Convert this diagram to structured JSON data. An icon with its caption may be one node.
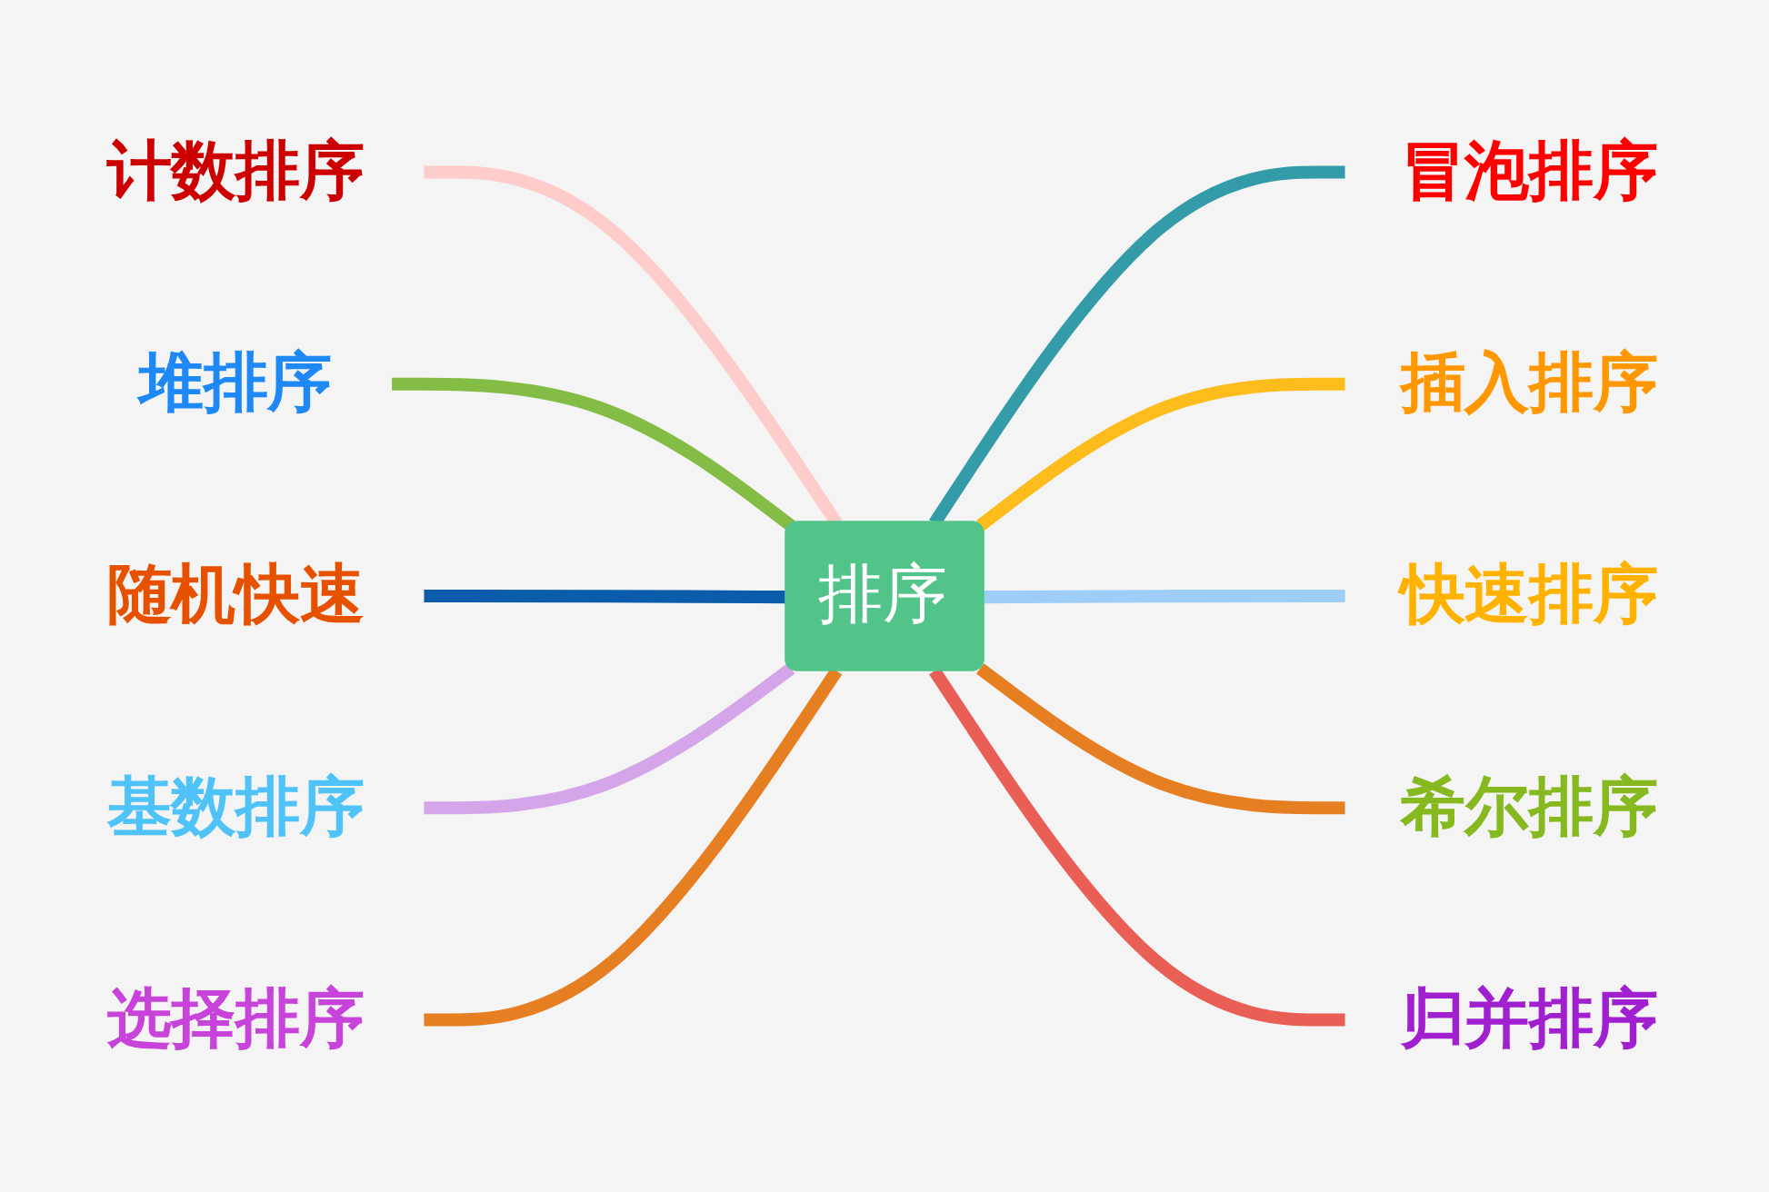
{
  "diagram": {
    "nodes": [
      {
        "text": [
          "排序"
        ]
      },
      {
        "text": [
          "计数排序"
        ]
      },
      {
        "text": [
          "堆排序"
        ]
      },
      {
        "text": [
          "随机快速"
        ]
      },
      {
        "text": [
          "基数排序"
        ]
      },
      {
        "text": [
          "选择排序"
        ]
      },
      {
        "text": [
          "冒泡排序"
        ]
      },
      {
        "text": [
          "插入排序"
        ]
      },
      {
        "text": [
          "快速排序"
        ]
      },
      {
        "text": [
          "希尔排序"
        ]
      },
      {
        "text": [
          "归并排序"
        ]
      }
    ],
    "edges": [
      {
        "from": 1,
        "to": 0,
        "arrow": "none",
        "color": "#ffcccc"
      },
      {
        "from": 2,
        "to": 0,
        "arrow": "none",
        "color": "#84bd45"
      },
      {
        "from": 3,
        "to": 0,
        "arrow": "none",
        "color": "#0b5cab"
      },
      {
        "from": 4,
        "to": 0,
        "arrow": "none",
        "color": "#d4a5e8"
      },
      {
        "from": 5,
        "to": 0,
        "arrow": "none",
        "color": "#e67e22"
      },
      {
        "from": 0,
        "to": 6,
        "arrow": "none",
        "color": "#339ca8"
      },
      {
        "from": 0,
        "to": 7,
        "arrow": "none",
        "color": "#fbbc1c"
      },
      {
        "from": 0,
        "to": 8,
        "arrow": "none",
        "color": "#9ecdf8"
      },
      {
        "from": 0,
        "to": 9,
        "arrow": "none",
        "color": "#e67e22"
      },
      {
        "from": 0,
        "to": 10,
        "arrow": "none",
        "color": "#e95f55"
      }
    ]
  }
}
